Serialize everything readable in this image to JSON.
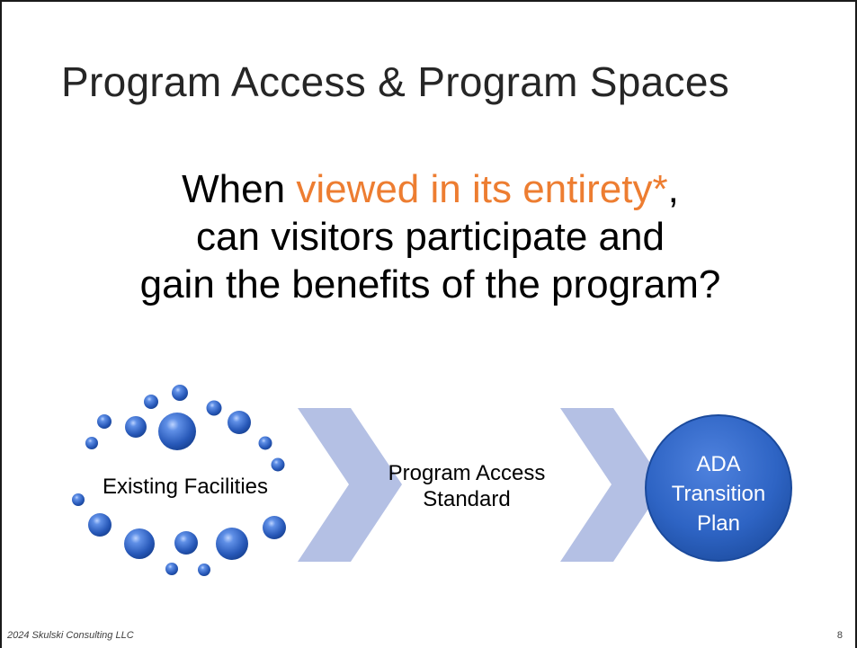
{
  "slide": {
    "title": "Program Access & Program Spaces",
    "question": {
      "prefix": "When ",
      "highlight": "viewed in its entirety*",
      "suffix": ",",
      "line2": "can visitors participate and",
      "line3": "gain the benefits of the program?"
    },
    "diagram": {
      "step1": "Existing Facilities",
      "step2_line1": "Program Access",
      "step2_line2": "Standard",
      "step3_line1": "ADA",
      "step3_line2": "Transition",
      "step3_line3": "Plan"
    },
    "footer": {
      "copyright": "2024 Skulski Consulting LLC",
      "page_number": "8"
    }
  },
  "colors": {
    "accent_orange": "#ed7d31",
    "chevron": "#b4c0e4",
    "circle_blue": "#2e64c4"
  }
}
